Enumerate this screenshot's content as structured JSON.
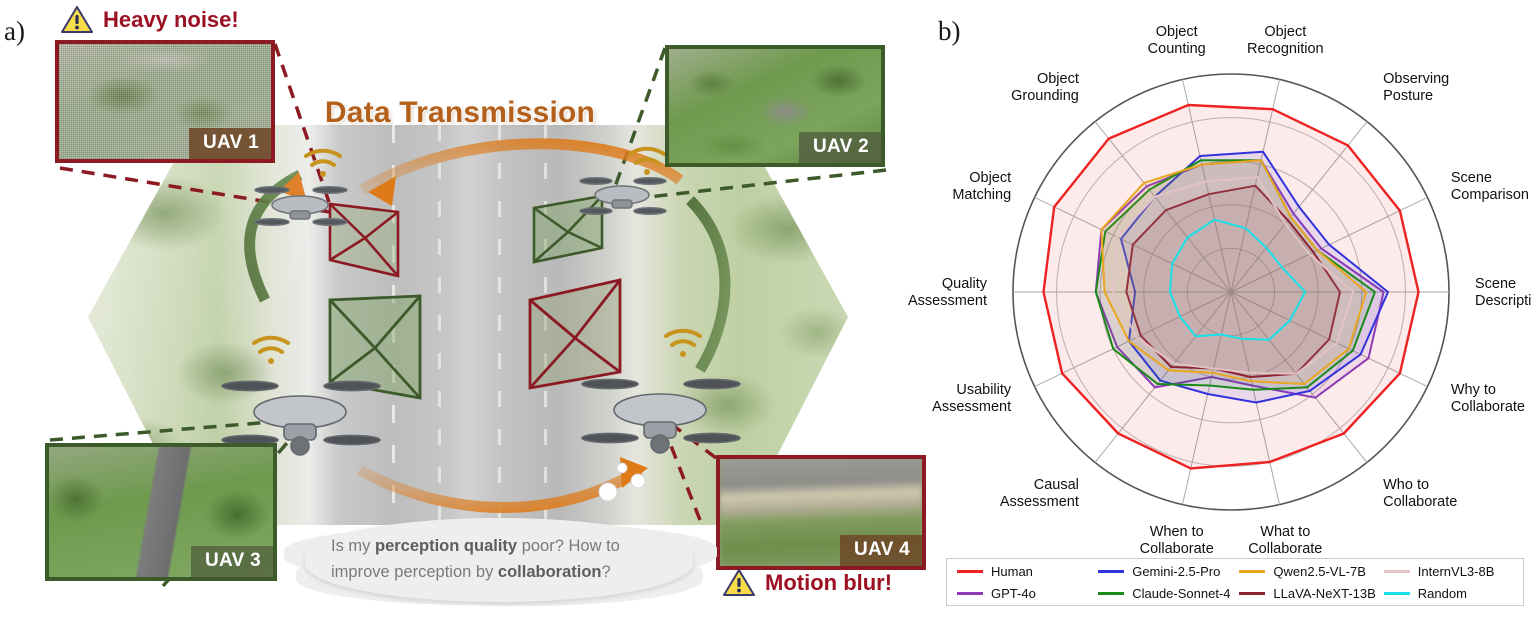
{
  "figure": {
    "panel_a_letter": "a)",
    "panel_b_letter": "b)"
  },
  "panel_a": {
    "title": "Data Transmission",
    "warnings": [
      {
        "name": "heavy-noise",
        "icon": "warning-triangle-icon",
        "text": "Heavy noise!",
        "color": "#9b1022"
      },
      {
        "name": "motion-blur",
        "icon": "warning-triangle-icon",
        "text": "Motion blur!",
        "color": "#9b1022"
      }
    ],
    "thumbnails": [
      {
        "label": "UAV 1",
        "quality": "noisy",
        "border_color": "#8b1a22"
      },
      {
        "label": "UAV 2",
        "quality": "clear",
        "border_color": "#3d5a2a"
      },
      {
        "label": "UAV 3",
        "quality": "clear",
        "border_color": "#3d5a2a"
      },
      {
        "label": "UAV 4",
        "quality": "blurred",
        "border_color": "#8b1a22"
      }
    ],
    "speech_bubble": {
      "line1_pre": "Is my ",
      "line1_bold": "perception quality",
      "line1_post": " poor? How to",
      "line2_pre": "improve perception by ",
      "line2_bold": "collaboration",
      "line2_post": "?"
    },
    "colors": {
      "title": "#b5601a",
      "good_link": "#4a6b32",
      "bad_link": "#d4791f",
      "degraded_frustum": "#8b1a22",
      "clean_frustum": "#3d5a2a"
    }
  },
  "chart_data": {
    "type": "radar",
    "title": "",
    "rmin": 0,
    "rmax": 100,
    "grid": true,
    "rings": [
      20,
      40,
      60,
      80,
      100
    ],
    "legend_position": "bottom",
    "categories": [
      "Object Recognition",
      "Observing Posture",
      "Scene Comparison",
      "Scene Description",
      "Why to Collaborate",
      "Who to Collaborate",
      "What to Collaborate",
      "When to Collaborate",
      "Causal Assessment",
      "Usability Assessment",
      "Quality Assessment",
      "Object Matching",
      "Object Grounding",
      "Object Counting"
    ],
    "series": [
      {
        "name": "Human",
        "color": "#ee2222",
        "values": [
          86,
          86,
          86,
          86,
          86,
          83,
          80,
          83,
          83,
          86,
          86,
          90,
          90,
          88
        ]
      },
      {
        "name": "GPT-4o",
        "color": "#8d3bb5",
        "values": [
          62,
          46,
          46,
          70,
          70,
          62,
          44,
          40,
          56,
          58,
          62,
          66,
          62,
          60
        ]
      },
      {
        "name": "Gemini-2.5-Pro",
        "color": "#3333dd",
        "values": [
          66,
          50,
          50,
          72,
          66,
          58,
          52,
          48,
          52,
          52,
          44,
          56,
          56,
          64
        ]
      },
      {
        "name": "Claude-Sonnet-4",
        "color": "#1a8a1a",
        "values": [
          62,
          44,
          44,
          66,
          62,
          56,
          46,
          44,
          54,
          60,
          62,
          64,
          60,
          62
        ]
      },
      {
        "name": "Qwen2.5-VL-7B",
        "color": "#e8a71c",
        "values": [
          62,
          44,
          44,
          62,
          60,
          54,
          42,
          38,
          46,
          52,
          58,
          66,
          64,
          60
        ]
      },
      {
        "name": "LLaVA-NeXT-13B",
        "color": "#8b2331",
        "values": [
          50,
          42,
          42,
          50,
          50,
          48,
          40,
          36,
          44,
          46,
          48,
          50,
          48,
          46
        ]
      },
      {
        "name": "InternVL3-8B",
        "color": "#e3c2c6",
        "values": [
          54,
          40,
          40,
          56,
          54,
          48,
          38,
          36,
          42,
          48,
          54,
          58,
          56,
          52
        ]
      },
      {
        "name": "Random",
        "color": "#17e0e8",
        "values": [
          30,
          26,
          26,
          34,
          30,
          28,
          22,
          20,
          26,
          26,
          28,
          30,
          32,
          34
        ]
      }
    ]
  }
}
